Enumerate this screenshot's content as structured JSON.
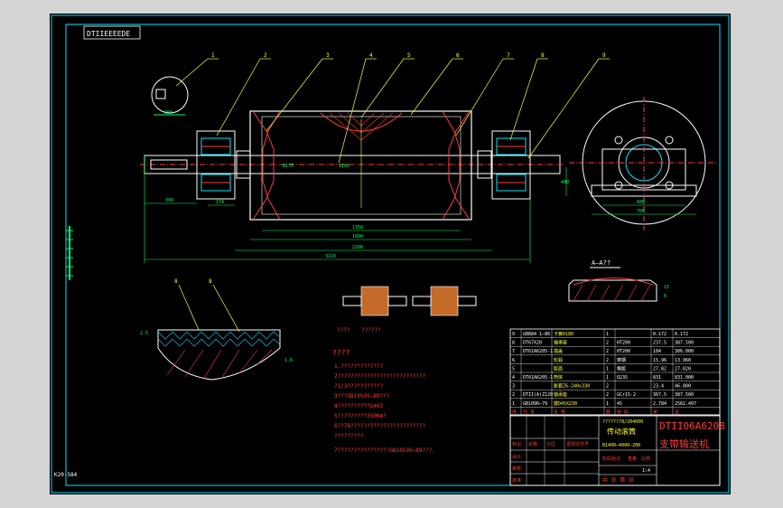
{
  "stamp": "DTIIEEEEDE",
  "corner_code": "K20-584",
  "balloons": [
    "1",
    "2",
    "3",
    "4",
    "5",
    "6",
    "7",
    "8",
    "9"
  ],
  "section_balloons": [
    "8",
    "8"
  ],
  "dims": {
    "d1": "390",
    "d2": "174",
    "d3": "1350",
    "d4": "1600",
    "d5": "2200",
    "d6": "3216",
    "d7": "1200",
    "shaft_a": "Ø175",
    "shaft_b": "Ø40",
    "end_w": "600",
    "end_h": "480",
    "end_b": "620",
    "end_c": "700",
    "sec_a": "15",
    "sec_b": "6",
    "sec_c": "2.5",
    "sec_d": "1.6"
  },
  "section_label": "A—A??",
  "lagging_caption": "????",
  "lagging_caption2": "??????",
  "notes_title": "????",
  "notes": [
    "1.?????????????",
    "2???????????????????????????",
    "?1/3???????????",
    "3???GB10595—89???",
    "4??????????G402",
    "5?????????350Nm?",
    "6??78???????????????????????",
    "?????????",
    "7????????????????GB10595—89???."
  ],
  "bom": [
    {
      "no": "9",
      "code": "GB884 1—86",
      "name": "卡簧D180",
      "qty": "1",
      "mat": "",
      "w1": "0.172",
      "w2": "0.172"
    },
    {
      "no": "8",
      "code": "DT67X20",
      "name": "轴承座",
      "qty": "2",
      "mat": "HT200",
      "w1": "237.5",
      "w2": "387.500"
    },
    {
      "no": "7",
      "code": "DT61A6205-1",
      "name": "端盖",
      "qty": "2",
      "mat": "HT200",
      "w1": "184",
      "w2": "306.000"
    },
    {
      "no": "6",
      "code": "",
      "name": "轮毂",
      "qty": "2",
      "mat": "铸钢",
      "w1": "15.96",
      "w2": "13.960"
    },
    {
      "no": "5",
      "code": "",
      "name": "胶面",
      "qty": "1",
      "mat": "橡胶",
      "w1": "27.82",
      "w2": "27.820"
    },
    {
      "no": "4",
      "code": "DT61A6205-1",
      "name": "筒体",
      "qty": "1",
      "mat": "Q235",
      "w1": "831",
      "w2": "831.000"
    },
    {
      "no": "3",
      "code": "",
      "name": "胀套Z6-240x330",
      "qty": "2",
      "mat": "",
      "w1": "23.4",
      "w2": "46.800"
    },
    {
      "no": "2",
      "code": "DTII(A)Z120",
      "name": "轴承座",
      "qty": "2",
      "mat": "GCr15-2",
      "w1": "367.5",
      "w2": "387.500"
    },
    {
      "no": "1",
      "code": "GB1096—79",
      "name": "键D45X230",
      "qty": "1",
      "mat": "45",
      "w1": "2.784",
      "w2": "2562.497"
    }
  ],
  "bom_header": [
    "序",
    "代  号",
    "名  称",
    "数",
    "材  料",
    "单",
    "总"
  ],
  "title_block": {
    "drawing_no": "DTII06A6208",
    "product": "支带输送机",
    "part_name": "传动滚筒",
    "spec_a": "???????0/204000",
    "spec_b": "B1400—4000—200",
    "rows": [
      "标记",
      "处数",
      "分区",
      "更改文件号",
      "签名",
      "年月日"
    ],
    "design": "设计",
    "check": "审核",
    "approve": "批准",
    "stage": "阶段标记",
    "weight": "重量",
    "scale": "比例",
    "scale_val": "1:4",
    "sheet": "共  张  第  张"
  },
  "colors": {
    "frame": "#00e5ff",
    "line": "#ffffff",
    "dim": "#00ff66",
    "leader": "#ffff33",
    "text": "#ff3b3b",
    "hatch": "#ff3b3b",
    "body": "#ffffff"
  }
}
